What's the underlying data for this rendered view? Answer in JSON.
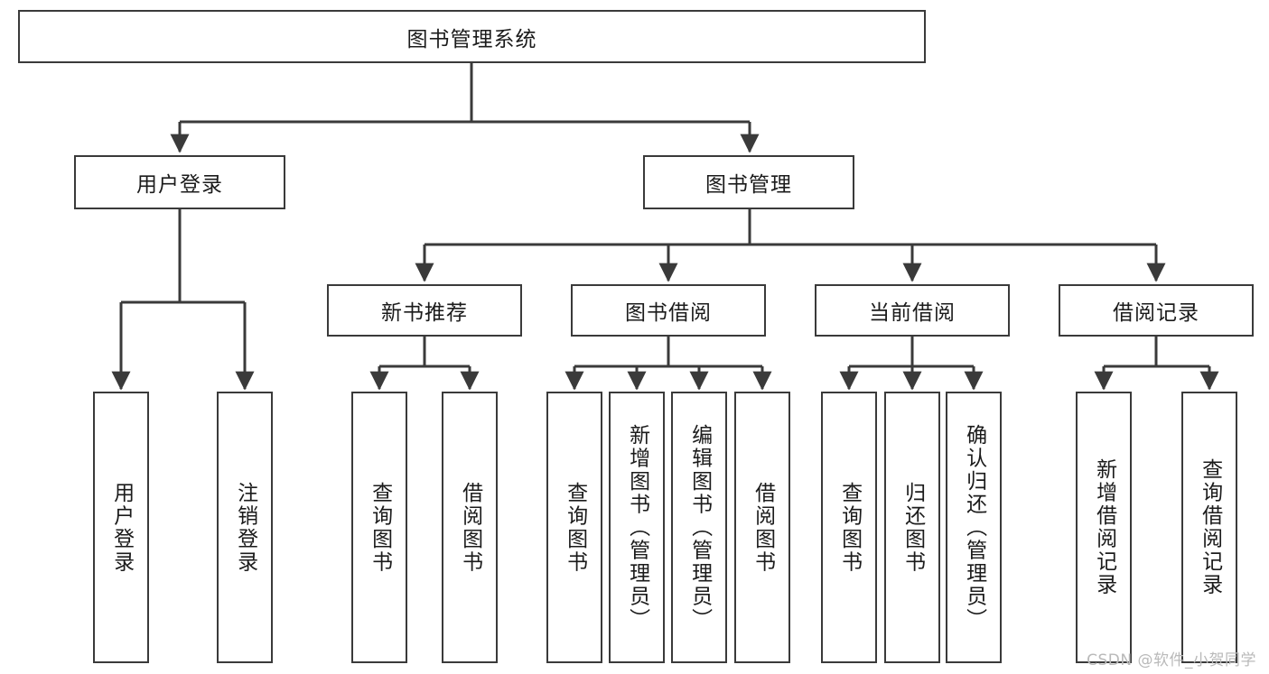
{
  "diagram": {
    "title": "图书管理系统",
    "watermark": "CSDN @软件_小贺同学",
    "stroke_color": "#3a3a3a",
    "text_color": "#1b1b1b",
    "background": "#ffffff",
    "nodes": {
      "root": {
        "label": "图书管理系统"
      },
      "level1": [
        {
          "id": "user-login",
          "label": "用户登录"
        },
        {
          "id": "book-management",
          "label": "图书管理"
        }
      ],
      "level2": [
        {
          "id": "new-book-recommend",
          "label": "新书推荐"
        },
        {
          "id": "book-borrow",
          "label": "图书借阅"
        },
        {
          "id": "current-borrow",
          "label": "当前借阅"
        },
        {
          "id": "borrow-record",
          "label": "借阅记录"
        }
      ],
      "leaves": {
        "user-login": [
          {
            "id": "leaf-user-login",
            "label": "用户登录"
          },
          {
            "id": "leaf-user-logout",
            "label": "注销登录"
          }
        ],
        "new-book-recommend": [
          {
            "id": "leaf-query-book-1",
            "label": "查询图书"
          },
          {
            "id": "leaf-borrow-book-1",
            "label": "借阅图书"
          }
        ],
        "book-borrow": [
          {
            "id": "leaf-query-book-2",
            "label": "查询图书"
          },
          {
            "id": "leaf-add-book",
            "label": "新增图书（管理员）"
          },
          {
            "id": "leaf-edit-book",
            "label": "编辑图书（管理员）"
          },
          {
            "id": "leaf-borrow-book-2",
            "label": "借阅图书"
          }
        ],
        "current-borrow": [
          {
            "id": "leaf-query-book-3",
            "label": "查询图书"
          },
          {
            "id": "leaf-return-book",
            "label": "归还图书"
          },
          {
            "id": "leaf-confirm-return",
            "label": "确认归还（管理员）"
          }
        ],
        "borrow-record": [
          {
            "id": "leaf-add-record",
            "label": "新增借阅记录"
          },
          {
            "id": "leaf-query-record",
            "label": "查询借阅记录"
          }
        ]
      }
    }
  }
}
